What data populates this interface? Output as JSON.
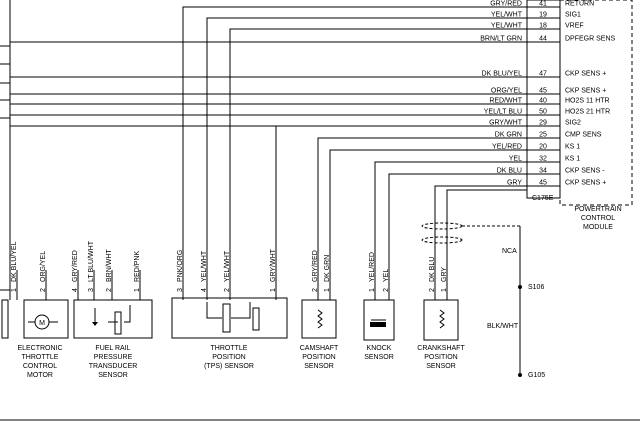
{
  "pcm": {
    "label": [
      "POWERTRAIN",
      "CONTROL",
      "MODULE"
    ],
    "connector": "C175E",
    "pins": [
      {
        "color": "GRY/RED",
        "pin": "41",
        "func": "RETURN"
      },
      {
        "color": "YEL/WHT",
        "pin": "19",
        "func": "SIG1"
      },
      {
        "color": "YEL/WHT",
        "pin": "18",
        "func": "VREF"
      },
      {
        "color": "BRN/LT GRN",
        "pin": "44",
        "func": "DPFEGR SENS"
      },
      {
        "color": "DK BLU/YEL",
        "pin": "47",
        "func": "CKP SENS +"
      },
      {
        "color": "ORG/YEL",
        "pin": "45",
        "func": "CKP SENS +"
      },
      {
        "color": "RED/WHT",
        "pin": "40",
        "func": "HO2S 11 HTR"
      },
      {
        "color": "YEL/LT BLU",
        "pin": "50",
        "func": "HO2S 21 HTR"
      },
      {
        "color": "GRY/WHT",
        "pin": "29",
        "func": "SIG2"
      },
      {
        "color": "DK GRN",
        "pin": "25",
        "func": "CMP SENS"
      },
      {
        "color": "YEL/RED",
        "pin": "20",
        "func": "KS 1"
      },
      {
        "color": "YEL",
        "pin": "32",
        "func": "KS 1"
      },
      {
        "color": "DK BLU",
        "pin": "34",
        "func": "CKP SENS -"
      },
      {
        "color": "GRY",
        "pin": "45",
        "func": "CKP SENS +"
      }
    ]
  },
  "components": [
    {
      "name": [
        "ELECTRONIC",
        "THROTTLE",
        "CONTROL",
        "MOTOR"
      ],
      "wires": [
        {
          "pin": "1",
          "color": "DK BLU/YEL"
        },
        {
          "pin": "2",
          "color": "ORG/YEL"
        }
      ]
    },
    {
      "name": [
        "FUEL RAIL",
        "PRESSURE",
        "TRANSDUCER",
        "SENSOR"
      ],
      "wires": [
        {
          "pin": "4",
          "color": "GRY/RED"
        },
        {
          "pin": "3",
          "color": "LT BLU/WHT"
        },
        {
          "pin": "2",
          "color": "BRN/WHT"
        },
        {
          "pin": "1",
          "color": "RED/PNK"
        }
      ]
    },
    {
      "name": [
        "THROTTLE",
        "POSITION",
        "(TPS) SENSOR"
      ],
      "wires": [
        {
          "pin": "3",
          "color": "PNK/ORG"
        },
        {
          "pin": "4",
          "color": "YEL/WHT"
        },
        {
          "pin": "2",
          "color": "YEL/WHT"
        },
        {
          "pin": "1",
          "color": "GRY/WHT"
        }
      ]
    },
    {
      "name": [
        "CAMSHAFT",
        "POSITION",
        "SENSOR"
      ],
      "wires": [
        {
          "pin": "2",
          "color": "GRY/RED"
        },
        {
          "pin": "1",
          "color": "DK GRN"
        }
      ]
    },
    {
      "name": [
        "KNOCK",
        "SENSOR"
      ],
      "wires": [
        {
          "pin": "1",
          "color": "YEL/RED"
        },
        {
          "pin": "2",
          "color": "YEL"
        }
      ]
    },
    {
      "name": [
        "CRANKSHAFT",
        "POSITION",
        "SENSOR"
      ],
      "wires": [
        {
          "pin": "2",
          "color": "DK BLU"
        },
        {
          "pin": "1",
          "color": "GRY"
        }
      ]
    }
  ],
  "ground": {
    "nca": "NCA",
    "splice": "S106",
    "wire": "BLK/WHT",
    "ground_point": "G105"
  }
}
